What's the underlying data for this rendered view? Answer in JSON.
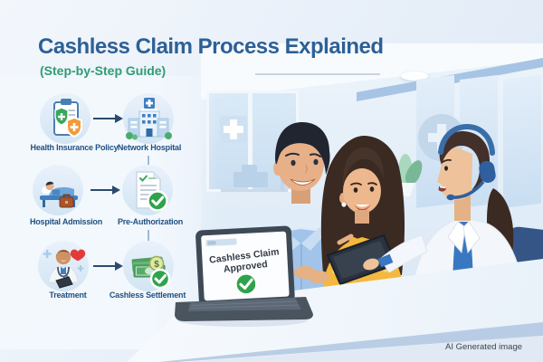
{
  "header": {
    "title": "Cashless Claim Process Explained",
    "subtitle": "(Step-by-Step Guide)"
  },
  "flow": {
    "rows": [
      {
        "left": {
          "label": "Health Insurance Policy",
          "icon": "insurance-policy-clipboard"
        },
        "right": {
          "label": "Network Hospital",
          "icon": "hospital-building"
        }
      },
      {
        "left": {
          "label": "Hospital Admission",
          "icon": "patient-in-bed"
        },
        "right": {
          "label": "Pre-Authorization",
          "icon": "approved-document"
        }
      },
      {
        "left": {
          "label": "Treatment",
          "icon": "doctor-with-tablet"
        },
        "right": {
          "label": "Cashless Settlement",
          "icon": "cash-approved"
        }
      }
    ]
  },
  "laptop": {
    "screen_line1": "Cashless Claim",
    "screen_line2": "Approved"
  },
  "icons": {
    "dollar_sign": "$"
  },
  "watermark": "AI Generated image",
  "colors": {
    "title_blue": "#2d6096",
    "guide_green": "#2f9c74",
    "step_label_blue": "#215183",
    "success_green": "#2fa34c",
    "accent_orange": "#f29b38",
    "shirt_light_blue": "#a3c4ea",
    "dress_yellow": "#f3b83d",
    "agent_shirt_blue": "#3a77c2"
  }
}
